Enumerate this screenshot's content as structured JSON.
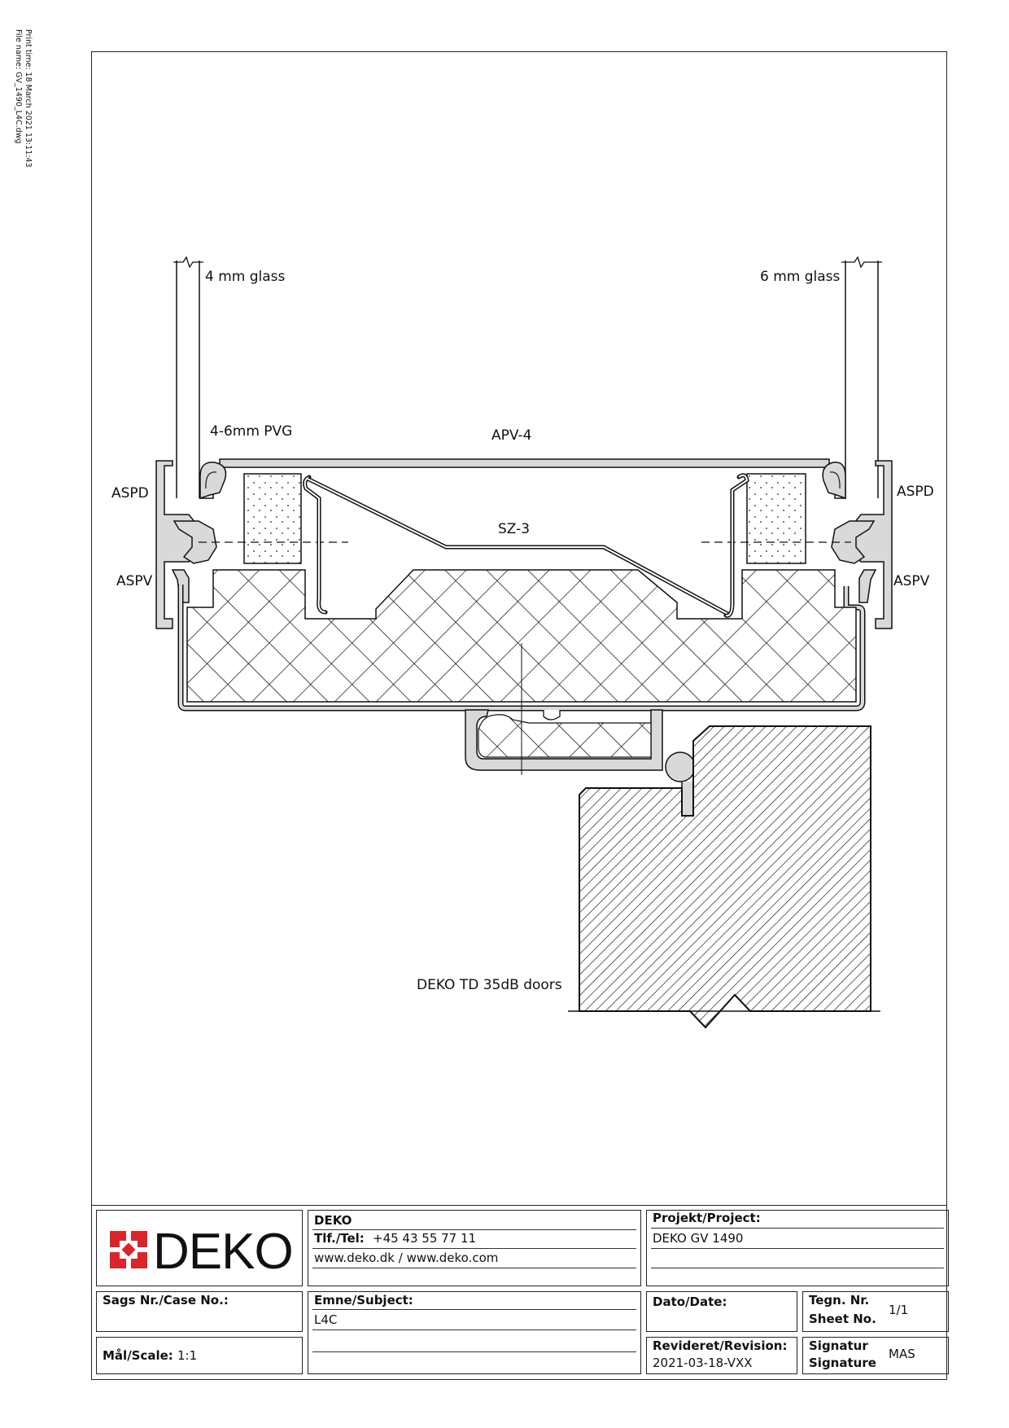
{
  "print_meta": {
    "print_time": "Print time: 18 March 2021 13:11:43",
    "file_name": "File name: GV_1490_L4C.dwg"
  },
  "drawing_labels": {
    "glass_left": "4 mm glass",
    "glass_right": "6 mm glass",
    "pvg": "4-6mm PVG",
    "apv": "APV-4",
    "aspd_left": "ASPD",
    "aspd_right": "ASPD",
    "sz": "SZ-3",
    "aspv_left": "ASPV",
    "aspv_right": "ASPV",
    "doors": "DEKO TD 35dB doors"
  },
  "title_block": {
    "logo_text": "DEKO",
    "company": "DEKO",
    "tel_label": "Tlf./Tel:",
    "tel_value": "+45 43 55 77 11",
    "web": "www.deko.dk / www.deko.com",
    "project_label": "Projekt/Project:",
    "project_value": "DEKO GV 1490",
    "case_label": "Sags Nr./Case No.:",
    "subject_label": "Emne/Subject:",
    "subject_value": "L4C",
    "date_label": "Dato/Date:",
    "sheet_label_1": "Tegn. Nr.",
    "sheet_label_2": "Sheet No.",
    "sheet_value": "1/1",
    "scale_label": "Mål/Scale:",
    "scale_value": "1:1",
    "revision_label": "Revideret/Revision:",
    "revision_value": "2021-03-18-VXX",
    "signature_label_1": "Signatur",
    "signature_label_2": "Signature",
    "signature_value": "MAS"
  },
  "colors": {
    "logo_red": "#d7262c",
    "line": "#222222",
    "profile_fill": "#d9d9d9"
  }
}
